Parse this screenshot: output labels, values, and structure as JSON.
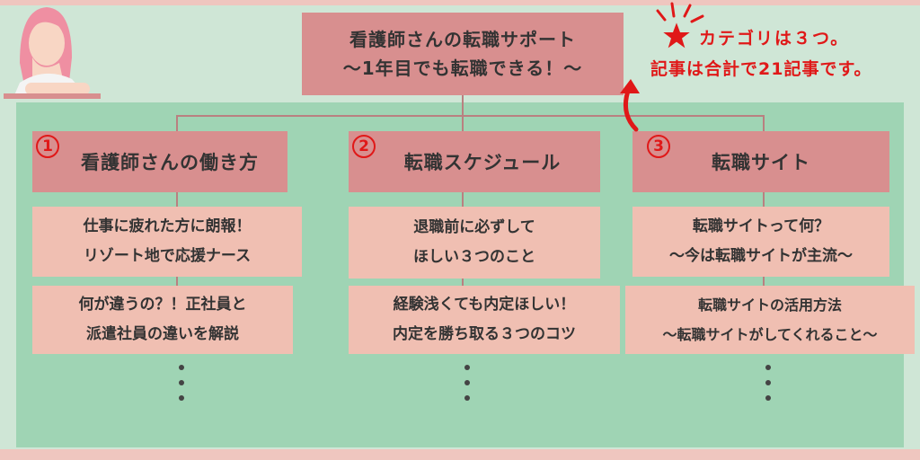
{
  "title": {
    "line1": "看護師さんの転職サポート",
    "line2": "〜1年目でも転職できる！〜"
  },
  "note": {
    "line1": "カテゴリは３つ。",
    "line2": "記事は合計で21記事です。"
  },
  "categories": [
    {
      "number": "1",
      "label": "看護師さんの働き方",
      "articles": [
        [
          "仕事に疲れた方に朗報！",
          "リゾート地で応援ナース"
        ],
        [
          "何が違うの？！正社員と",
          "派遣社員の違いを解説"
        ]
      ]
    },
    {
      "number": "2",
      "label": "転職スケジュール",
      "articles": [
        [
          "退職前に必ずして",
          "ほしい３つのこと"
        ],
        [
          "経験浅くても内定ほしい！",
          "内定を勝ち取る３つのコツ"
        ]
      ]
    },
    {
      "number": "3",
      "label": "転職サイト",
      "articles": [
        [
          "転職サイトって何？",
          "〜今は転職サイトが主流〜"
        ],
        [
          "転職サイトの活用方法",
          "〜転職サイトがしてくれること〜"
        ]
      ]
    }
  ],
  "colors": {
    "background": "#cfe6d6",
    "panel": "#9fd4b4",
    "category_box": "#d88f8f",
    "article_box": "#f0bfb2",
    "accent_red": "#e01818"
  },
  "icons": {
    "note": "star-icon",
    "note_accent": "burst-lines-icon",
    "note_pointer": "curved-arrow-icon",
    "avatar": "woman-avatar"
  }
}
